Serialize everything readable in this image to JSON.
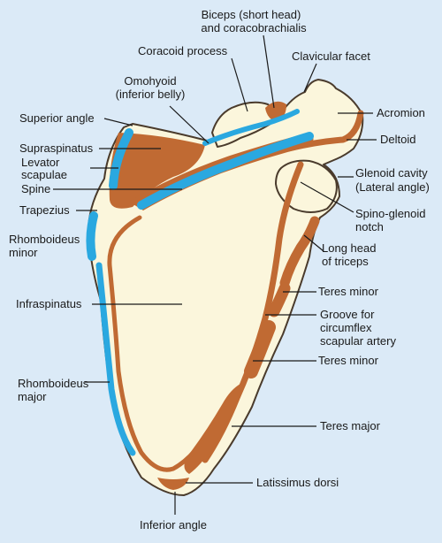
{
  "labels": {
    "biceps": [
      "Biceps (short head)",
      "and coracobrachialis"
    ],
    "coracoid": "Coracoid process",
    "clavicular": "Clavicular facet",
    "omohyoid": [
      "Omohyoid",
      "(inferior belly)"
    ],
    "superior_angle": "Superior angle",
    "acromion": "Acromion",
    "supraspinatus": "Supraspinatus",
    "deltoid": "Deltoid",
    "levator": [
      "Levator",
      "scapulae"
    ],
    "glenoid": [
      "Glenoid cavity",
      "(Lateral angle)"
    ],
    "spine": "Spine",
    "trapezius": "Trapezius",
    "spino_glenoid": [
      "Spino-glenoid",
      "notch"
    ],
    "rhomboideus_minor": [
      "Rhomboideus",
      "minor"
    ],
    "long_head": [
      "Long head",
      "of triceps"
    ],
    "teres_minor_1": "Teres minor",
    "infraspinatus": "Infraspinatus",
    "groove": [
      "Groove for",
      "circumflex",
      "scapular artery"
    ],
    "teres_minor_2": "Teres minor",
    "rhomboideus_major": [
      "Rhomboideus",
      "major"
    ],
    "teres_major": "Teres major",
    "latissimus": "Latissimus dorsi",
    "inferior_angle": "Inferior angle"
  },
  "colors": {
    "background": "#dbeaf7",
    "bone": "#fbf6dc",
    "muscle": "#c06a33",
    "attachment_blue": "#2aa8e0",
    "outline": "#4a3b2c"
  }
}
